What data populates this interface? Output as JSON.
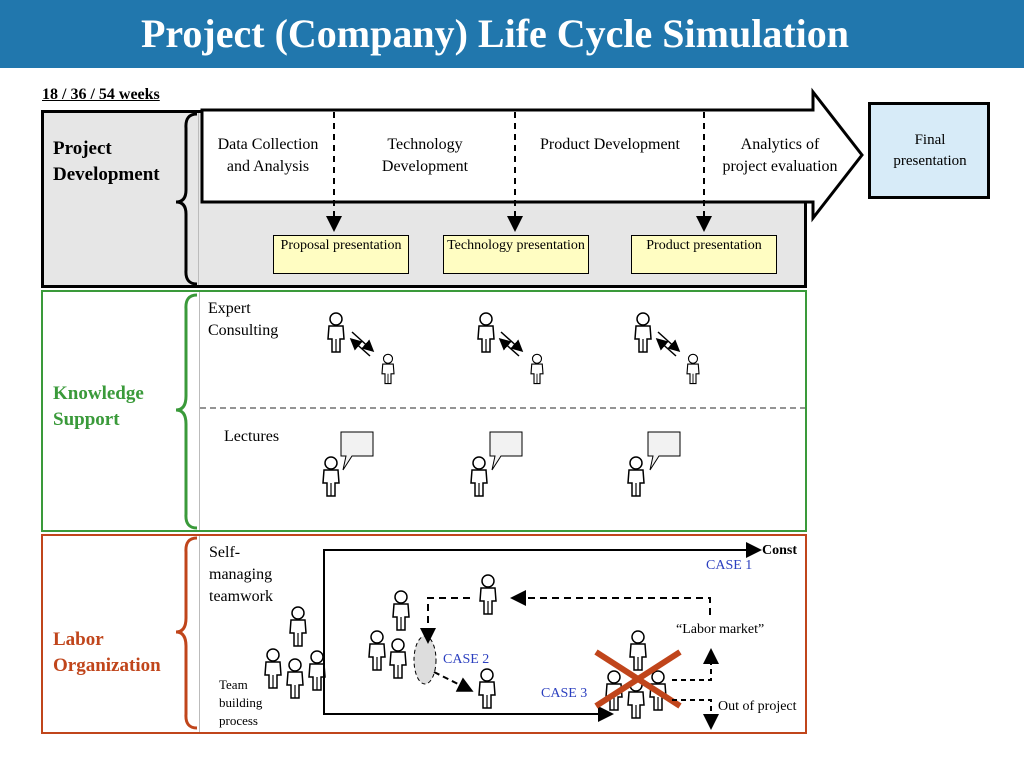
{
  "title": "Project (Company) Life Cycle Simulation",
  "weeks": "18 / 36 / 54 weeks",
  "sections": {
    "project_development": {
      "label": "Project Development",
      "color": "#000000"
    },
    "knowledge_support": {
      "label": "Knowledge Support",
      "color": "#3a9a3a"
    },
    "labor_organization": {
      "label": "Labor Organization",
      "color": "#c0451b"
    }
  },
  "phases": [
    "Data Collection and Analysis",
    "Technology Development",
    "Product Development",
    "Analytics of project evaluation"
  ],
  "final_presentation": "Final presentation",
  "presentations": [
    "Proposal presentation",
    "Technology presentation",
    "Product presentation"
  ],
  "knowledge": {
    "expert_consulting": "Expert Consulting",
    "lectures": "Lectures"
  },
  "labor": {
    "self_managing": "Self-managing teamwork",
    "team_building": "Team building process",
    "const": "Const",
    "case1": "CASE 1",
    "case2": "CASE 2",
    "case3": "CASE 3",
    "labor_market": "“Labor market”",
    "out_of_project": "Out of project"
  },
  "colors": {
    "title_bar": "#2177ad",
    "final_box": "#d7ebf8",
    "presentation_box": "#fffdc2",
    "case_text": "#2b3fbf",
    "cross": "#c0451b"
  }
}
